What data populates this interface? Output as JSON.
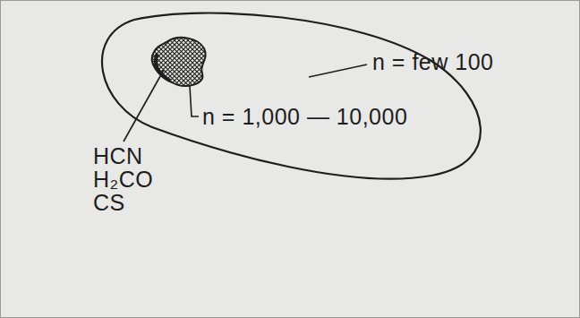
{
  "diagram": {
    "labels": [
      "n = few 100",
      "n = 1,000 — 10,000",
      "HCN",
      "H₂CO",
      "CS"
    ]
  }
}
